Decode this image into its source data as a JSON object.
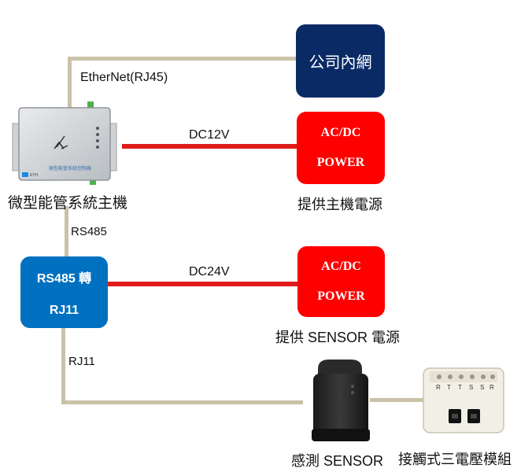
{
  "network": {
    "label": "公司內網"
  },
  "host": {
    "caption": "微型能管系統主機",
    "panel_text": "微型能管系統控制器",
    "model": "ETH"
  },
  "links": {
    "ethernet": "EtherNet(RJ45)",
    "dc12": "DC12V",
    "rs485": "RS485",
    "dc24": "DC24V",
    "rj11": "RJ11"
  },
  "power_host": {
    "line1": "AC/DC",
    "line2": "POWER",
    "caption": "提供主機電源"
  },
  "converter": {
    "line1": "RS485 轉",
    "line2": "RJ11"
  },
  "power_sensor": {
    "line1": "AC/DC",
    "line2": "POWER",
    "caption": "提供 SENSOR 電源"
  },
  "sensor": {
    "caption": "感測 SENSOR"
  },
  "module": {
    "caption": "接觸式三電壓模組",
    "terminals": [
      "R",
      "T",
      "T",
      "S",
      "S",
      "R"
    ]
  },
  "colors": {
    "network_box": "#0a2a66",
    "power_box": "#ff0000",
    "converter_box": "#0070c0",
    "data_line": "#c9c2a6",
    "power_line": "#e01c1c"
  }
}
